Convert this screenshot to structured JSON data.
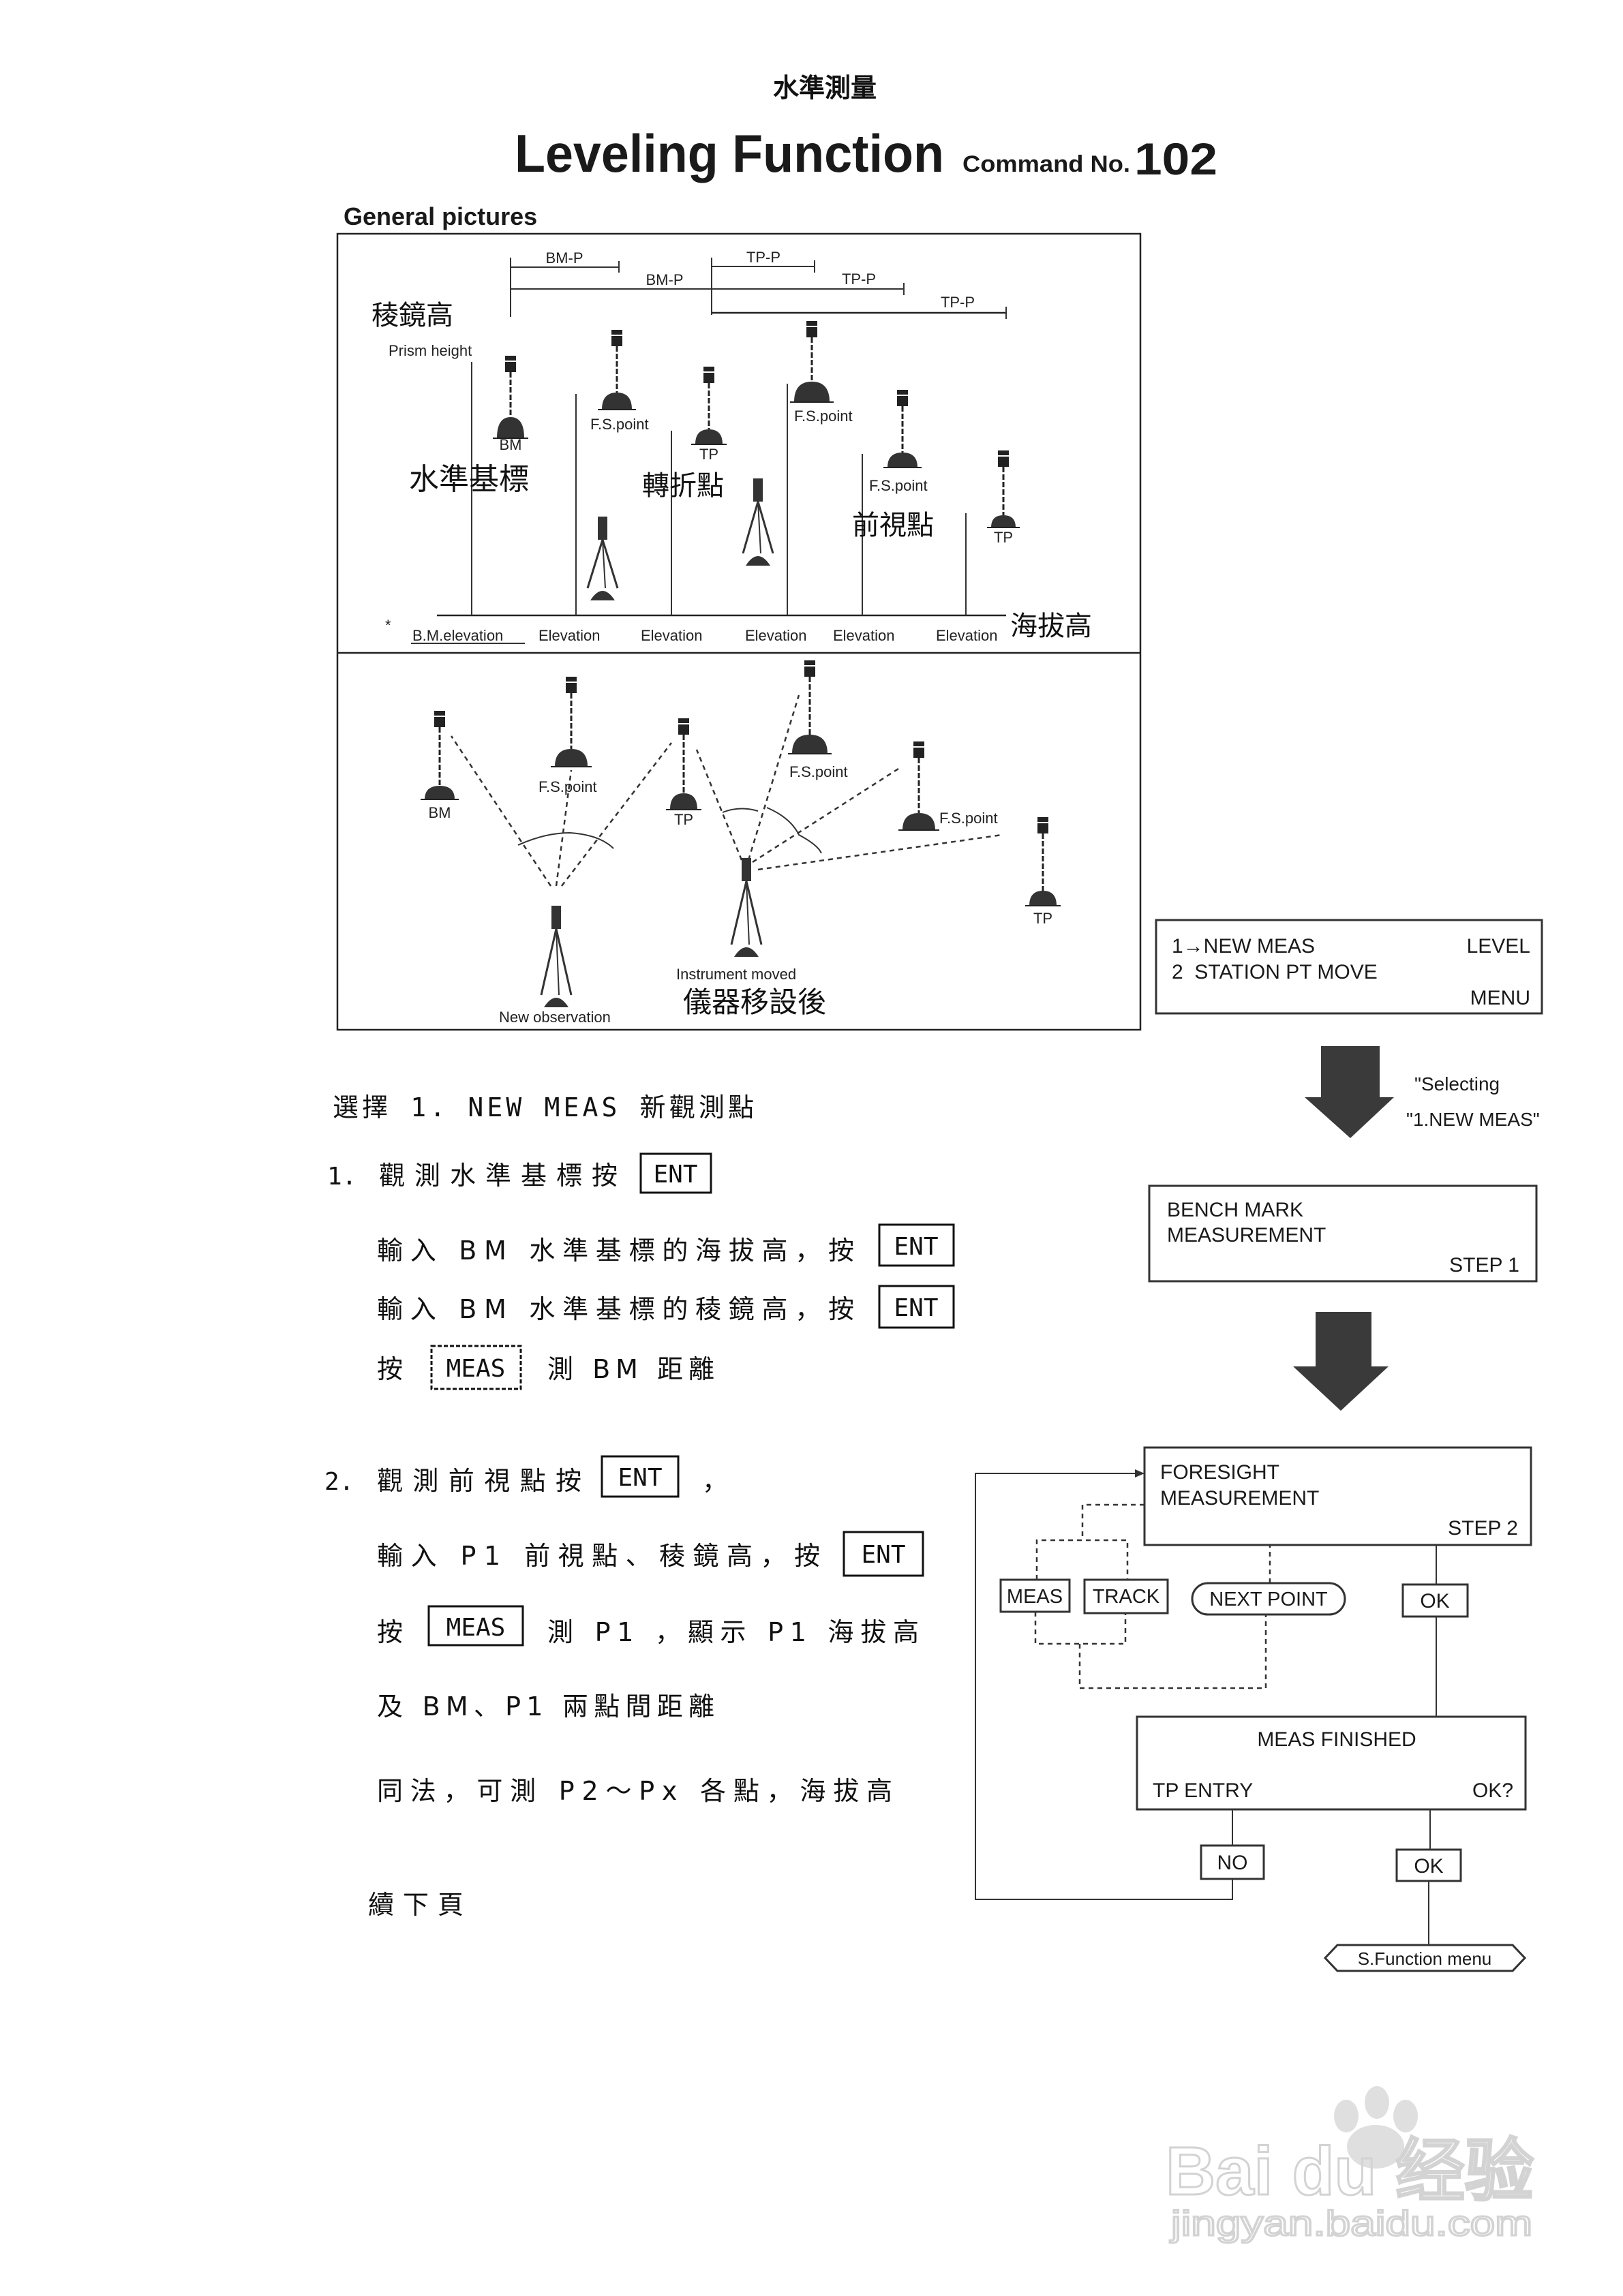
{
  "header": {
    "title_zh": "水準測量",
    "title_en": "Leveling Function",
    "command_label": "Command No.",
    "command_no": "102"
  },
  "figure": {
    "caption": "General pictures",
    "elevation_view": {
      "spans": [
        "BM-P",
        "BM-P",
        "TP-P",
        "TP-P",
        "TP-P"
      ],
      "prism_height_zh": "稜鏡高",
      "prism_height_en": "Prism height",
      "point_labels": [
        "BM",
        "F.S.point",
        "TP",
        "F.S.point",
        "F.S.point",
        "TP"
      ],
      "benchmark_zh": "水準基標",
      "turning_point_zh": "轉折點",
      "foresight_point_zh": "前視點",
      "elevation_zh": "海拔高",
      "bottom_labels": [
        "B.M.elevation",
        "Elevation",
        "Elevation",
        "Elevation",
        "Elevation",
        "Elevation"
      ]
    },
    "plan_view": {
      "point_labels": [
        "BM",
        "F.S.point",
        "TP",
        "F.S.point",
        "F.S.point",
        "TP"
      ],
      "new_observation": "New observation",
      "instrument_moved": "Instrument moved",
      "instrument_moved_zh": "儀器移設後"
    }
  },
  "flowchart": {
    "menu_screen": {
      "line1": "1→NEW MEAS",
      "line2": "2  STATION PT MOVE",
      "title": "LEVEL",
      "footer": "MENU"
    },
    "selecting_note": [
      "\"Selecting",
      "\"1.NEW MEAS\""
    ],
    "step1_screen": {
      "line1": "BENCH MARK",
      "line2": "MEASUREMENT",
      "step": "STEP 1"
    },
    "step2_screen": {
      "line1": "FORESIGHT",
      "line2": "MEASUREMENT",
      "step": "STEP 2"
    },
    "step2_keys": {
      "meas": "MEAS",
      "track": "TRACK",
      "next_point": "NEXT POINT",
      "ok": "OK"
    },
    "finished_screen": {
      "title": "MEAS FINISHED",
      "left": "TP ENTRY",
      "right": "OK?"
    },
    "finished_keys": {
      "no": "NO",
      "ok": "OK"
    },
    "exit_label": "S.Function menu"
  },
  "instructions": {
    "heading": "選擇 1. NEW MEAS 新觀測點",
    "step1": {
      "num": "1.",
      "text": "觀測水準基標按",
      "key": "ENT",
      "lines": [
        {
          "pre": "輸入 BM 水準基標的海拔高，按",
          "key": "ENT"
        },
        {
          "pre": "輸入 BM 水準基標的稜鏡高，按",
          "key": "ENT"
        },
        {
          "pre": "按",
          "key": "MEAS",
          "post": "測 BM 距離"
        }
      ]
    },
    "step2": {
      "num": "2.",
      "text": "觀測前視點按",
      "key": "ENT",
      "post": "，",
      "lines": [
        {
          "pre": "輸入 P1 前視點、稜鏡高，按",
          "key": "ENT"
        },
        {
          "pre": "按",
          "key": "MEAS",
          "post": "測 P1 ，顯示 P1 海拔高"
        },
        {
          "text": "及 BM、P1 兩點間距離"
        },
        {
          "text": "同法，可測 P2～Px 各點，海拔高"
        }
      ]
    },
    "continued": "續下頁"
  },
  "watermark": {
    "brand": "Bai du 经验",
    "url": "jingyan.baidu.com"
  }
}
